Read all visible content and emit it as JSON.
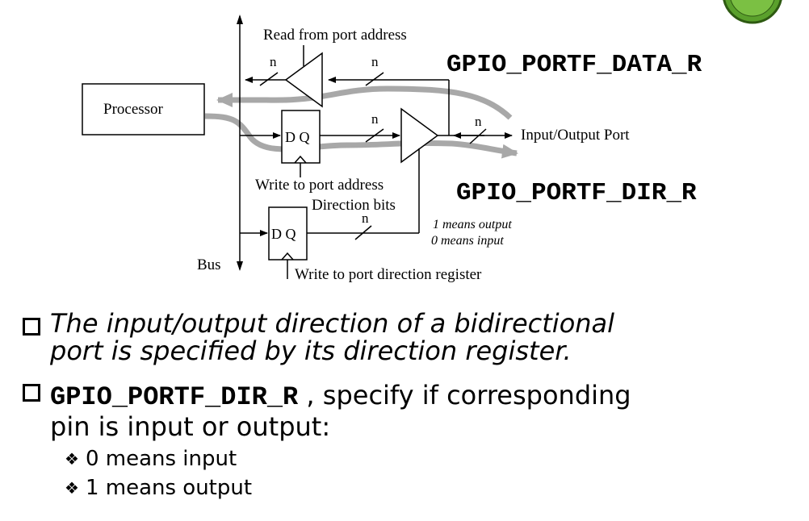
{
  "diagram": {
    "processor_label": "Processor",
    "bus_label": "Bus",
    "read_label": "Read from port address",
    "write_port_label": "Write to port address",
    "direction_bits_label": "Direction bits",
    "write_dir_label": "Write to port direction register",
    "io_port_label": "Input/Output Port",
    "n_label": "n",
    "dq_label": "D Q",
    "means_output": "1 means output",
    "means_input": "0 means input"
  },
  "labels": {
    "data_reg": "GPIO_PORTF_DATA_R",
    "dir_reg": "GPIO_PORTF_DIR_R"
  },
  "bullets": {
    "first": {
      "line1": "The input/output direction of a bidirectional",
      "line2": "port is specified by its direction register."
    },
    "second": {
      "code": "GPIO_PORTF_DIR_R",
      "text1": " , specify if corresponding",
      "line2": "pin is input or output:"
    },
    "sub_items": [
      "0 means input",
      "1 means output"
    ],
    "sub_marker": "❖"
  },
  "colors": {
    "flow_arrow": "#a8a8a8",
    "logo_green": "#5aa02c"
  }
}
